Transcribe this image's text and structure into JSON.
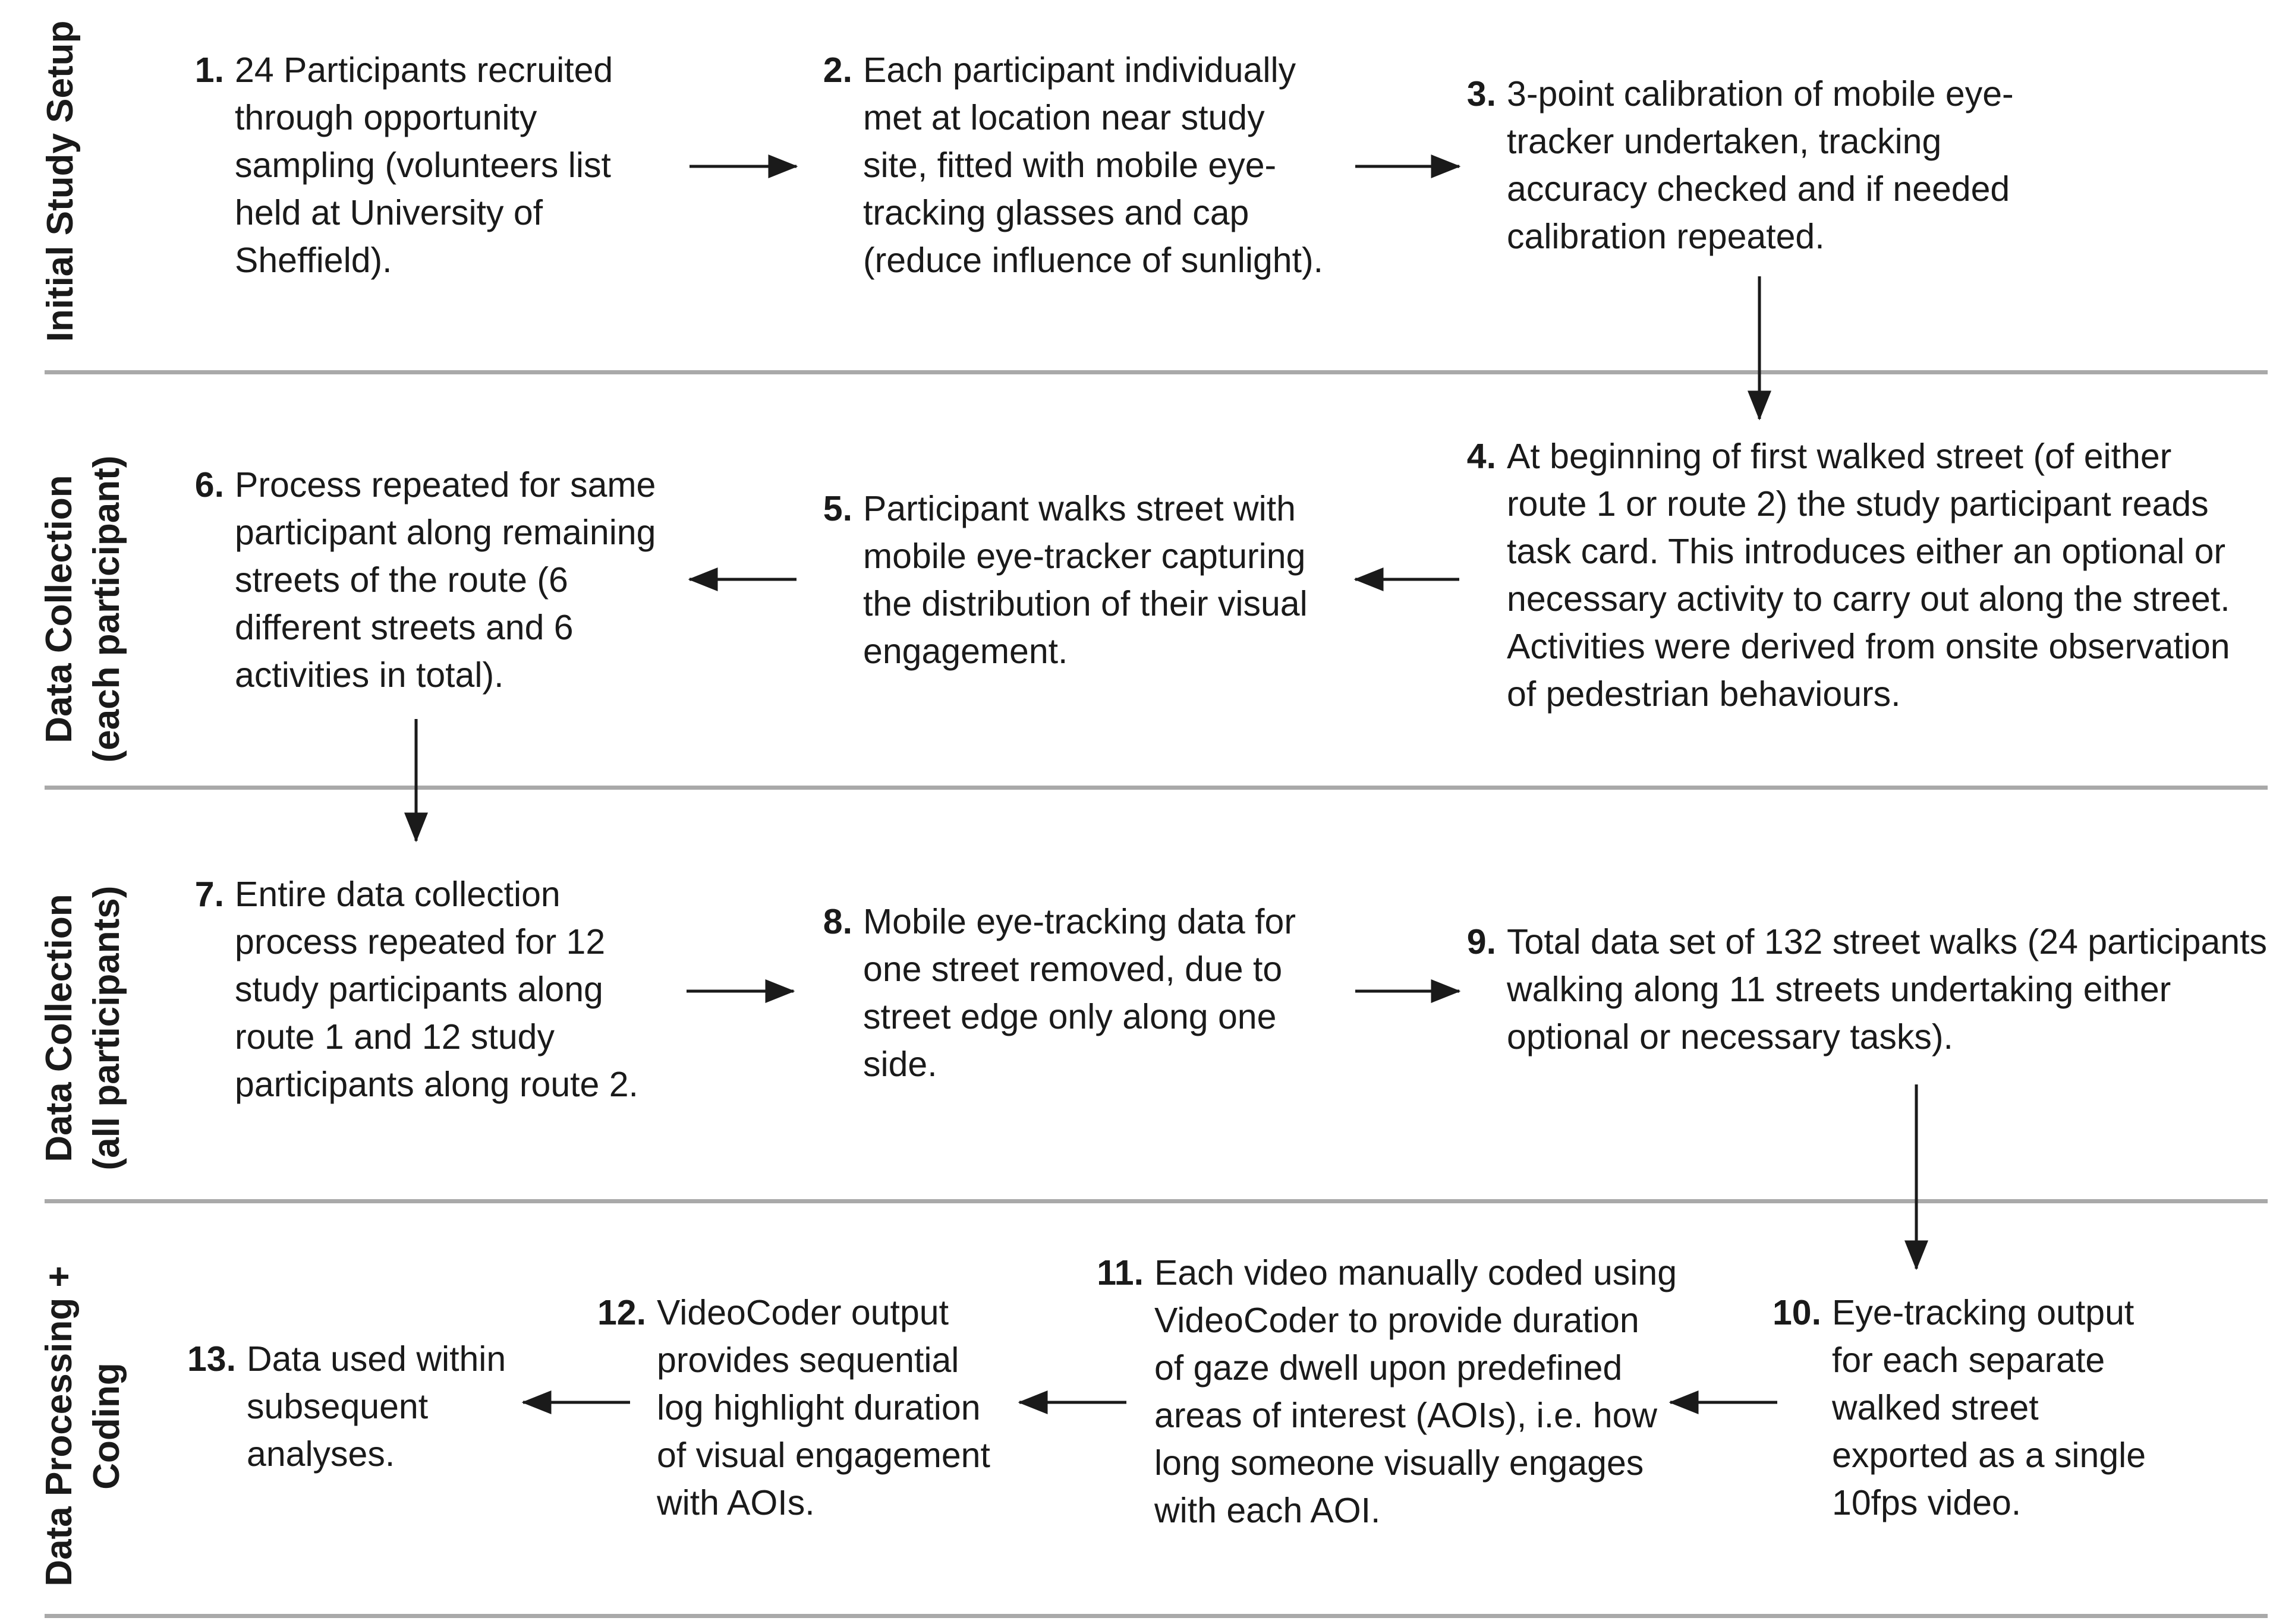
{
  "rows": [
    {
      "line1": "Initial Study Setup",
      "line2": ""
    },
    {
      "line1": "Data Collection",
      "line2": "(each participant)"
    },
    {
      "line1": "Data Collection",
      "line2": "(all participants)"
    },
    {
      "line1": "Data Processing +",
      "line2": "Coding"
    }
  ],
  "steps": [
    {
      "num": "1.",
      "text": "24 Participants recruited through opportunity sampling (volunteers list held at University of Sheffield)."
    },
    {
      "num": "2.",
      "text": "Each participant individually met at location near study site, fitted with mobile eye-tracking glasses and cap (reduce influence of sunlight)."
    },
    {
      "num": "3.",
      "text": "3-point calibration of mobile eye-tracker undertaken, tracking accuracy checked and if needed calibration repeated."
    },
    {
      "num": "4.",
      "text": "At beginning of first walked street (of either route 1 or route 2) the study participant reads task card. This introduces either an optional or necessary activity to carry out along the street. Activities were derived from onsite observation of pedestrian behaviours."
    },
    {
      "num": "5.",
      "text": "Participant walks street with mobile eye-tracker capturing the distribution of their visual engagement."
    },
    {
      "num": "6.",
      "text": "Process repeated for same participant along remaining streets of the route (6 different streets and 6 activities in total)."
    },
    {
      "num": "7.",
      "text": "Entire data collection process repeated for 12 study participants along route 1 and 12 study participants along route 2."
    },
    {
      "num": "8.",
      "text": "Mobile eye-tracking data for one street removed, due to street edge only along one side."
    },
    {
      "num": "9.",
      "text": "Total data set of 132 street walks (24 participants walking along 11 streets undertaking either optional or necessary tasks)."
    },
    {
      "num": "10.",
      "text": "Eye-tracking output for each separate walked street exported as a single 10fps video."
    },
    {
      "num": "11.",
      "text": "Each video manually coded using VideoCoder to provide duration of gaze dwell upon predefined areas of interest (AOIs), i.e. how long someone visually engages with each AOI."
    },
    {
      "num": "12.",
      "text": "VideoCoder output provides sequential log highlight duration of visual engagement with AOIs."
    },
    {
      "num": "13.",
      "text": "Data used within subsequent analyses."
    }
  ]
}
